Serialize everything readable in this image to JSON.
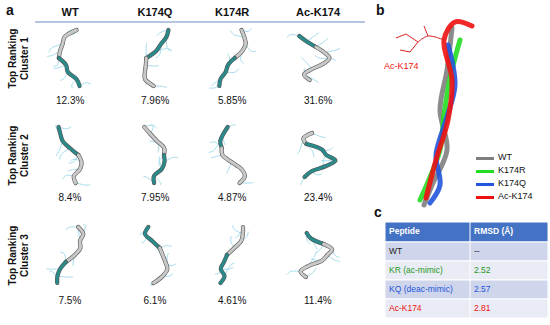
{
  "diagram": {
    "labels": [
      "a",
      "WT",
      "K174Q",
      "K174R",
      "Ac-K174",
      "Top Ranking Cluster 1",
      "12.3%",
      "7.96%",
      "5.85%",
      "31.6%",
      "Top Ranking Cluster 2",
      "8.4%",
      "7.95%",
      "4.87%",
      "23.4%",
      "Top Ranking Cluster 3",
      "7.5%",
      "6.1%",
      "4.61%",
      "11.4%",
      "b",
      "Ac-K174",
      "c",
      "Peptide",
      "RMSD (Å)",
      "WT",
      "--",
      "KR (ac-mimic)",
      "2.52",
      "KQ (deac-mimic)",
      "2.57",
      "Ac-K174",
      "2.81"
    ],
    "legend": [
      {
        "text": "WT",
        "color": "#7f7f7f"
      },
      {
        "text": "K174R",
        "color": "#22dd22"
      },
      {
        "text": "K174Q",
        "color": "#2255dd"
      },
      {
        "text": "Ac-K174",
        "color": "#ee1111"
      }
    ]
  }
}
